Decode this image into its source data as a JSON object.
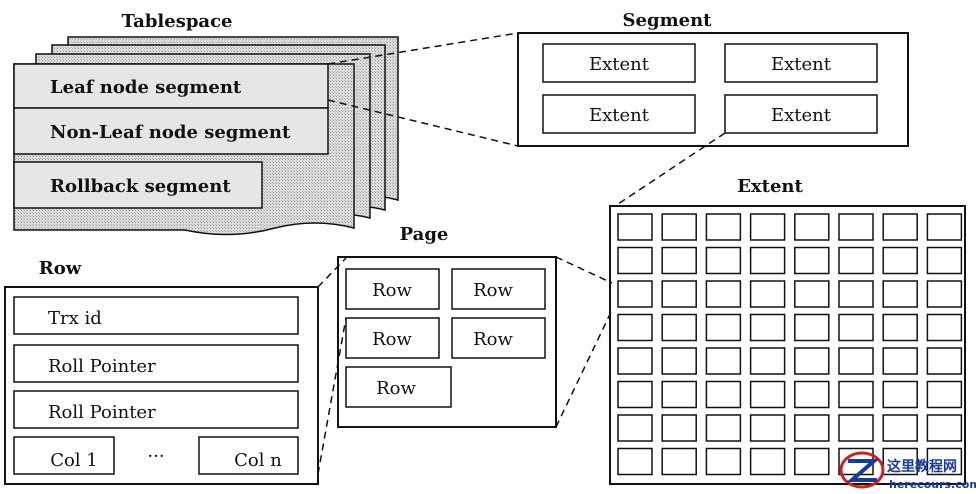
{
  "tablespace": {
    "title": "Tablespace",
    "segments": [
      "Leaf node segment",
      "Non-Leaf node segment",
      "Rollback segment"
    ]
  },
  "segment": {
    "title": "Segment",
    "extents": [
      "Extent",
      "Extent",
      "Extent",
      "Extent"
    ]
  },
  "extent": {
    "title": "Extent",
    "grid_rows": 8,
    "grid_cols": 8
  },
  "page": {
    "title": "Page",
    "rows": [
      "Row",
      "Row",
      "Row",
      "Row",
      "Row"
    ]
  },
  "row": {
    "title": "Row",
    "fields": [
      "Trx id",
      "Roll Pointer",
      "Roll Pointer"
    ],
    "cols": [
      "Col 1",
      "···",
      "Col n"
    ]
  },
  "watermark": {
    "site_name": "这里教程网",
    "site_url": "herecours.com"
  },
  "colors": {
    "line": "#111111",
    "shaded": "#d8d8d8",
    "shaded_dark": "#c8c8c8",
    "watermark_blue": "#1a3a9a",
    "watermark_red": "#cc2222"
  }
}
